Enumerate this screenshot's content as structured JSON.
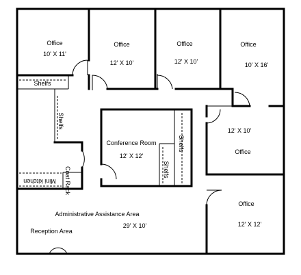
{
  "rooms": {
    "office_1": {
      "label": "Office",
      "size": "10' X 11'"
    },
    "office_2": {
      "label": "Office",
      "size": "12' X 10'"
    },
    "office_3": {
      "label": "Office",
      "size": "12' X 10'"
    },
    "office_4": {
      "label": "Office",
      "size": "10' X 16'"
    },
    "office_5": {
      "label": "Office",
      "size": "12' X 10'"
    },
    "office_6": {
      "label": "Office",
      "size": "12' X 12'"
    },
    "conference": {
      "label": "Conference Room",
      "size": "12' X 12'"
    },
    "admin": {
      "label": "Administrative Assistance Area",
      "size": "29' X 10'"
    },
    "reception": {
      "label": "Reception Area"
    }
  },
  "fixtures": {
    "shelfs_top": "Shelfs",
    "shelfs_left": "Shelfs",
    "shelfs_conf_right": "Shelfs",
    "shelfs_conf_inner": "Shelfs",
    "coat_rack": "Coat Rack",
    "mini_kitchen": "Mini kitchen"
  }
}
